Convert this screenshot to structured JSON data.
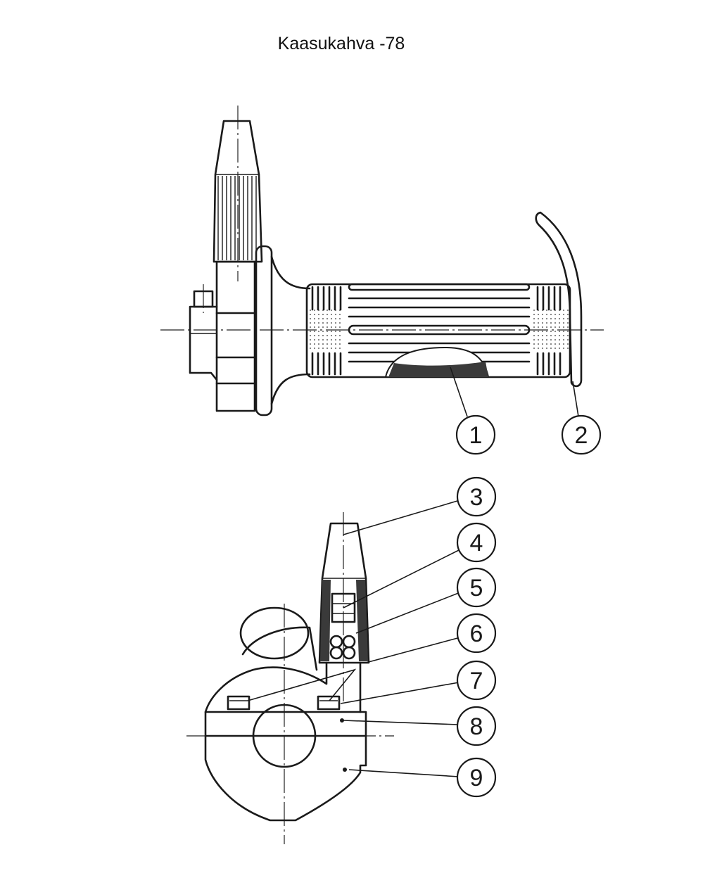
{
  "title": "Kaasukahva -78",
  "callouts": [
    {
      "label": "1"
    },
    {
      "label": "2"
    },
    {
      "label": "3"
    },
    {
      "label": "4"
    },
    {
      "label": "5"
    },
    {
      "label": "6"
    },
    {
      "label": "7"
    },
    {
      "label": "8"
    },
    {
      "label": "9"
    }
  ],
  "colors": {
    "ink": "#1a1a1a",
    "paper": "#ffffff"
  }
}
